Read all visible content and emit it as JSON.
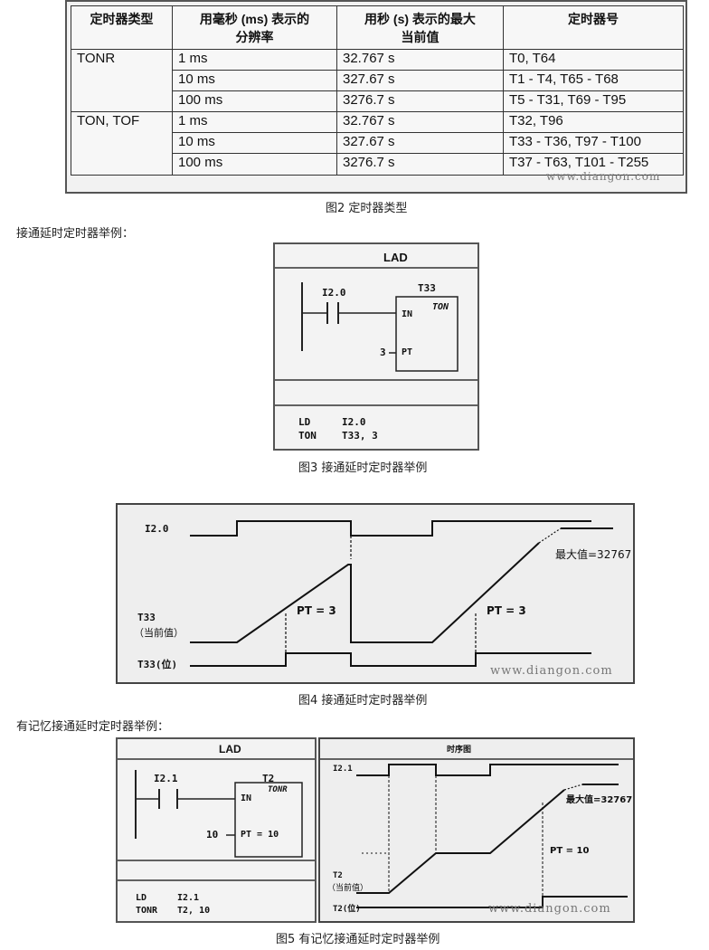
{
  "table": {
    "headers": [
      "定时器类型",
      "用毫秒 (ms) 表示的分辨率",
      "用秒 (s) 表示的最大当前值",
      "定时器号"
    ],
    "header_lines": [
      [
        "定时器类型"
      ],
      [
        "用毫秒 (ms) 表示的",
        "分辨率"
      ],
      [
        "用秒 (s) 表示的最大",
        "当前值"
      ],
      [
        "定时器号"
      ]
    ],
    "groups": [
      {
        "type": "TONR",
        "rows": [
          {
            "res": "1 ms",
            "max": "32.767 s",
            "nums": "T0, T64"
          },
          {
            "res": "10 ms",
            "max": "327.67 s",
            "nums": "T1 - T4, T65 - T68"
          },
          {
            "res": "100 ms",
            "max": "3276.7 s",
            "nums": "T5 - T31, T69 - T95"
          }
        ]
      },
      {
        "type": "TON, TOF",
        "rows": [
          {
            "res": "1 ms",
            "max": "32.767 s",
            "nums": "T32, T96"
          },
          {
            "res": "10 ms",
            "max": "327.67 s",
            "nums": "T33 - T36, T97 - T100"
          },
          {
            "res": "100 ms",
            "max": "3276.7 s",
            "nums": "T37 - T63, T101 - T255"
          }
        ]
      }
    ],
    "watermark": "www.diangon.com"
  },
  "captions": {
    "fig2": "图2 定时器类型",
    "fig3": "图3 接通延时定时器举例",
    "fig4": "图4 接通延时定时器举例",
    "fig5": "图5 有记忆接通延时定时器举例"
  },
  "paragraphs": {
    "ton_intro": "接通延时定时器举例：",
    "tonr_intro": "有记忆接通延时定时器举例："
  },
  "fig3": {
    "header": "LAD",
    "contact": "I2.0",
    "timer": "T33",
    "type": "TON",
    "in": "IN",
    "pt": "PT",
    "pt_value": "3",
    "stl_op1": "LD",
    "stl_arg1": "I2.0",
    "stl_op2": "TON",
    "stl_arg2": "T33, 3"
  },
  "fig4": {
    "input_label": "I2.0",
    "current_label": "T33",
    "current_sub": "（当前值）",
    "bit_label": "T33(位)",
    "pt1": "PT = 3",
    "pt2": "PT = 3",
    "max_label": "最大值=32767",
    "watermark": "www.diangon.com"
  },
  "fig5": {
    "header": "LAD",
    "contact": "I2.1",
    "timer": "T2",
    "type": "TONR",
    "in": "IN",
    "pt": "PT = 10",
    "pt_value": "10",
    "stl_op1": "LD",
    "stl_arg1": "I2.1",
    "stl_op2": "TONR",
    "stl_arg2": "T2, 10",
    "timing_header": "时序图",
    "input_label": "I2.1",
    "current_label": "T2",
    "current_sub": "（当前值）",
    "bit_label": "T2(位)",
    "max_label": "最大值=32767",
    "watermark": "www.diangon.com"
  }
}
